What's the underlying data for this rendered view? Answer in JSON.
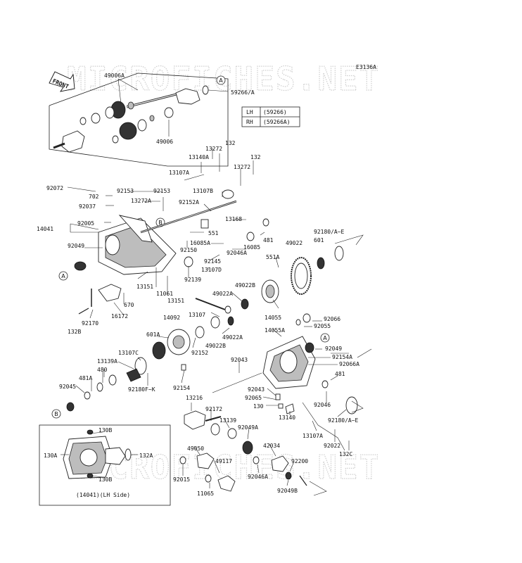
{
  "diagram_code": "E3136A",
  "watermark": "MICROFICHES.NET",
  "front_arrow": "FRONT",
  "table": {
    "rows": [
      {
        "side": "LH",
        "part": "(59266)"
      },
      {
        "side": "RH",
        "part": "(59266A)"
      }
    ]
  },
  "inset_caption": "(14041)(LH Side)",
  "refs": [
    "A",
    "B"
  ],
  "labels": {
    "l49006A": "49006A",
    "l59266A": "59266/A",
    "l49006": "49006",
    "l132a": "132",
    "l13272a": "13272",
    "l13140A": "13140A",
    "l13107A": "13107A",
    "l132b": "132",
    "l13272b": "13272",
    "l92072": "92072",
    "l702": "702",
    "l92153a": "92153",
    "l92153b": "92153",
    "l13107B": "13107B",
    "l92037": "92037",
    "l13272A": "13272A",
    "l92152A": "92152A",
    "l14041": "14041",
    "l92005": "92005",
    "l13168": "13168",
    "l551": "551",
    "l481a": "481",
    "l16085A": "16085A",
    "l16085": "16085",
    "l92150": "92150",
    "l92046A": "92046A",
    "l92049a": "92049",
    "l49022": "49022",
    "l601": "601",
    "l92180AE": "92180/A~E",
    "l551A": "551A",
    "l92145": "92145",
    "l13107D": "13107D",
    "l92139": "92139",
    "l13151a": "13151",
    "l11061": "11061",
    "l13151b": "13151",
    "l49022A": "49022A",
    "l49022B": "49022B",
    "l670": "670",
    "l16172": "16172",
    "l92170": "92170",
    "l132B": "132B",
    "l14092": "14092",
    "l13107": "13107",
    "l14055": "14055",
    "l92066": "92066",
    "l92055": "92055",
    "l49022Ab": "49022A",
    "l14055A": "14055A",
    "l49022Bb": "49022B",
    "l601A": "601A",
    "l92152": "92152",
    "l92049b": "92049",
    "l92154A": "92154A",
    "l92066A": "92066A",
    "l13107C": "13107C",
    "l13139A": "13139A",
    "l92043a": "92043",
    "l481b": "481",
    "l481A": "481A",
    "l480": "480",
    "l92180FK": "92180F~K",
    "l92154": "92154",
    "l92045": "92045",
    "l92043b": "92043",
    "l92065": "92065",
    "l130": "130",
    "l92046": "92046",
    "l13216": "13216",
    "l92172": "92172",
    "l13140": "13140",
    "l92180AE2": "92180/A~E",
    "l13139": "13139",
    "l92049A": "92049A",
    "l13107Ab": "13107A",
    "l92022": "92022",
    "l42034": "42034",
    "l132C": "132C",
    "l49050": "49050",
    "l49117": "49117",
    "l92200": "92200",
    "l92015": "92015",
    "l92046Ab": "92046A",
    "l11065": "11065",
    "l92049B": "92049B",
    "l130B1": "130B",
    "l130A": "130A",
    "l132A": "132A",
    "l130B2": "130B"
  }
}
